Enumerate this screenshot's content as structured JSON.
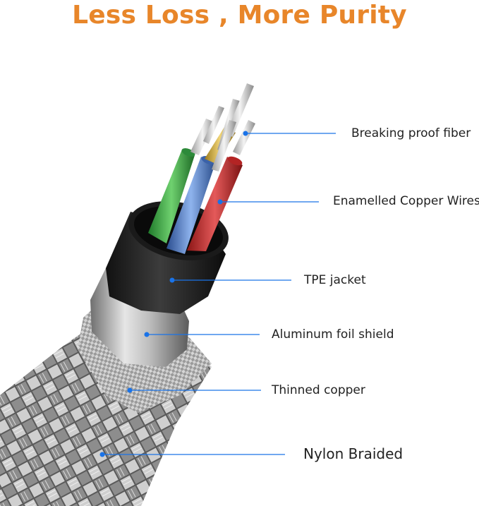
{
  "title": "Less Loss , More Purity",
  "accent_color": "#e8862a",
  "pointer_color": "#1a73e8",
  "labels": [
    "Breaking proof fiber",
    "Enamelled Copper Wires",
    "TPE jacket",
    "Aluminum foil shield",
    "Thinned copper",
    "Nylon Braided"
  ]
}
